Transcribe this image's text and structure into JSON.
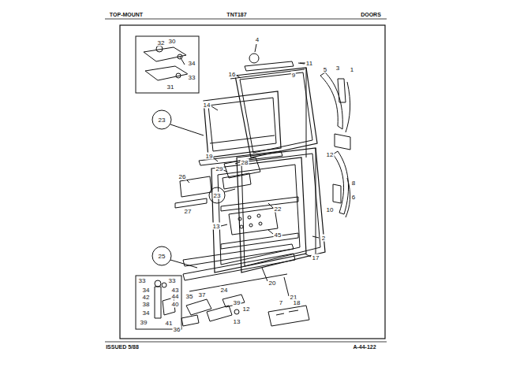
{
  "diagram": {
    "labels": [
      "TOP-MOUNT",
      "TNT187",
      "DOORS",
      "ISSUED 5/88",
      "A-44-122",
      "32",
      "30",
      "34",
      "33",
      "31",
      "4",
      "11",
      "16",
      "9",
      "5",
      "3",
      "1",
      "14",
      "23",
      "19",
      "12",
      "28",
      "29",
      "26",
      "27",
      "23",
      "22",
      "13",
      "45",
      "8",
      "6",
      "10",
      "2",
      "17",
      "25",
      "20",
      "21",
      "33",
      "33",
      "34",
      "43",
      "42",
      "44",
      "38",
      "40",
      "34",
      "41",
      "39",
      "35",
      "37",
      "24",
      "36",
      "39",
      "12",
      "13",
      "7",
      "18"
    ]
  }
}
